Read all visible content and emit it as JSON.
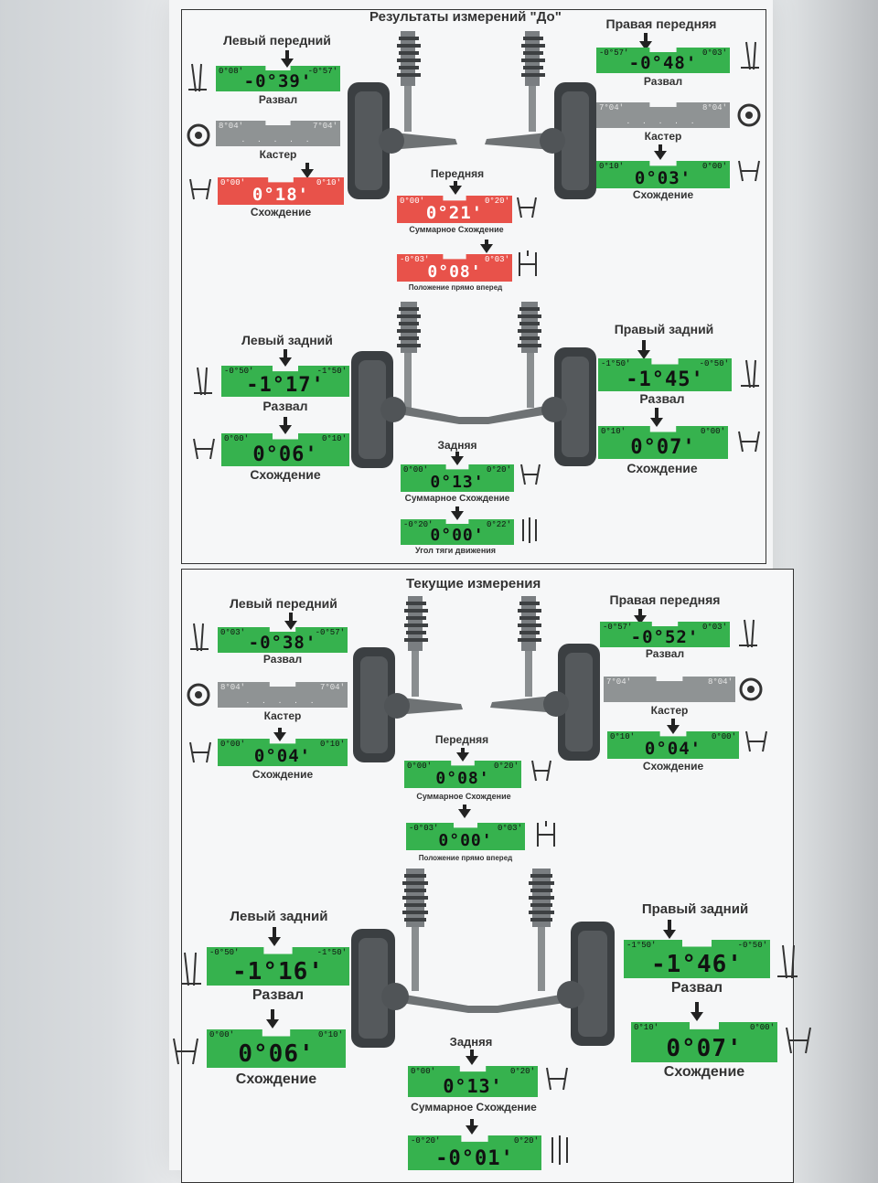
{
  "before": {
    "title": "Результаты измерений \"До\"",
    "front_left": {
      "label": "Левый передний",
      "camber": {
        "lo": "0°08'",
        "hi": "-0°57'",
        "value": "-0°39'",
        "label": "Развал"
      },
      "caster": {
        "lo": "8°04'",
        "hi": "7°04'",
        "value": ". . . . .",
        "label": "Кастер"
      },
      "toe": {
        "lo": "0°00'",
        "hi": "0°10'",
        "value": "0°18'",
        "label": "Схождение"
      }
    },
    "front_right": {
      "label": "Правая передняя",
      "camber": {
        "lo": "-0°57'",
        "hi": "0°03'",
        "value": "-0°48'",
        "label": "Развал"
      },
      "caster": {
        "lo": "7°04'",
        "hi": "8°04'",
        "value": ". . . . .",
        "label": "Кастер"
      },
      "toe": {
        "lo": "0°10'",
        "hi": "0°00'",
        "value": "0°03'",
        "label": "Схождение"
      }
    },
    "front_total": {
      "heading": "Передняя",
      "lo": "0°00'",
      "hi": "0°20'",
      "value": "0°21'",
      "label": "Суммарное Схождение"
    },
    "front_thrust": {
      "lo": "-0°03'",
      "hi": "0°03'",
      "value": "0°08'",
      "label": "Положение прямо вперед"
    },
    "rear_left": {
      "label": "Левый задний",
      "camber": {
        "lo": "-0°50'",
        "hi": "-1°50'",
        "value": "-1°17'",
        "label": "Развал"
      },
      "toe": {
        "lo": "0°00'",
        "hi": "0°10'",
        "value": "0°06'",
        "label": "Схождение"
      }
    },
    "rear_right": {
      "label": "Правый задний",
      "camber": {
        "lo": "-1°50'",
        "hi": "-0°50'",
        "value": "-1°45'",
        "label": "Развал"
      },
      "toe": {
        "lo": "0°10'",
        "hi": "0°00'",
        "value": "0°07'",
        "label": "Схождение"
      }
    },
    "rear_total": {
      "heading": "Задняя",
      "lo": "0°00'",
      "hi": "0°20'",
      "value": "0°13'",
      "label": "Суммарное Схождение"
    },
    "rear_thrust": {
      "lo": "-0°20'",
      "hi": "0°22'",
      "value": "0°00'",
      "label": "Угол тяги движения"
    }
  },
  "after": {
    "title": "Текущие измерения",
    "front_left": {
      "label": "Левый передний",
      "camber": {
        "lo": "0°03'",
        "hi": "-0°57'",
        "value": "-0°38'",
        "label": "Развал"
      },
      "caster": {
        "lo": "8°04'",
        "hi": "7°04'",
        "value": ". . . . .",
        "label": "Кастер"
      },
      "toe": {
        "lo": "0°00'",
        "hi": "0°10'",
        "value": "0°04'",
        "label": "Схождение"
      }
    },
    "front_right": {
      "label": "Правая передняя",
      "camber": {
        "lo": "-0°57'",
        "hi": "0°03'",
        "value": "-0°52'",
        "label": "Развал"
      },
      "caster": {
        "lo": "7°04'",
        "hi": "8°04'",
        "value": "",
        "label": "Кастер"
      },
      "toe": {
        "lo": "0°10'",
        "hi": "0°00'",
        "value": "0°04'",
        "label": "Схождение"
      }
    },
    "front_total": {
      "heading": "Передняя",
      "lo": "0°00'",
      "hi": "0°20'",
      "value": "0°08'",
      "label": "Суммарное Схождение"
    },
    "front_thrust": {
      "lo": "-0°03'",
      "hi": "0°03'",
      "value": "0°00'",
      "label": "Положение прямо вперед"
    },
    "rear_left": {
      "label": "Левый задний",
      "camber": {
        "lo": "-0°50'",
        "hi": "-1°50'",
        "value": "-1°16'",
        "label": "Развал"
      },
      "toe": {
        "lo": "0°00'",
        "hi": "0°10'",
        "value": "0°06'",
        "label": "Схождение"
      }
    },
    "rear_right": {
      "label": "Правый задний",
      "camber": {
        "lo": "-1°50'",
        "hi": "-0°50'",
        "value": "-1°46'",
        "label": "Развал"
      },
      "toe": {
        "lo": "0°10'",
        "hi": "0°00'",
        "value": "0°07'",
        "label": "Схождение"
      }
    },
    "rear_total": {
      "heading": "Задняя",
      "lo": "0°00'",
      "hi": "0°20'",
      "value": "0°13'",
      "label": "Суммарное Схождение"
    },
    "rear_thrust": {
      "lo": "-0°20'",
      "hi": "0°20'",
      "value": "-0°01'"
    }
  },
  "colors": {
    "in_range": "#36b24e",
    "out_of_range": "#e8524a",
    "no_data": "#8f9394"
  }
}
